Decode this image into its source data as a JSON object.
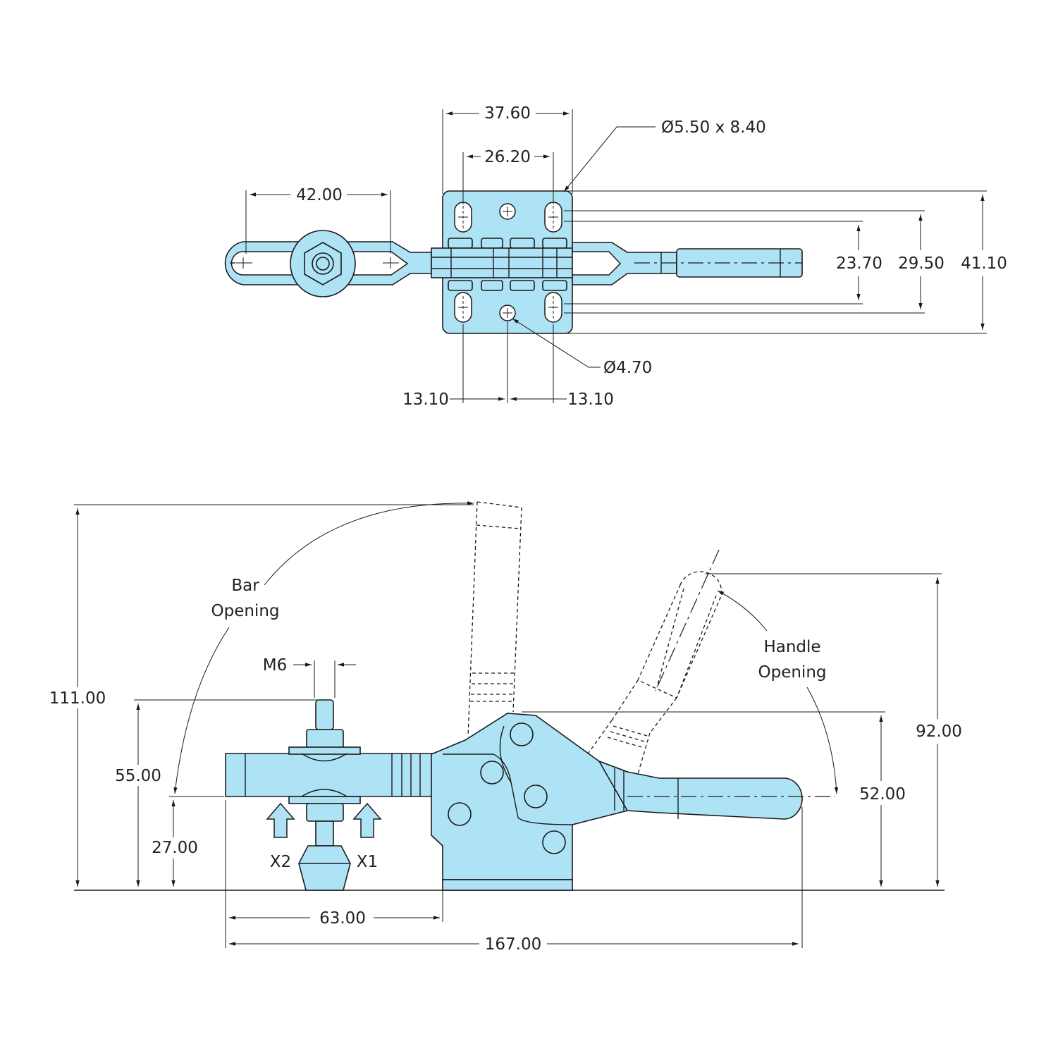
{
  "top_view": {
    "dim_base_width": "37.60",
    "dim_slot_spacing": "26.20",
    "dim_bar_slot": "42.00",
    "dim_slot_hole": "Ø5.50 x 8.40",
    "dim_inner_height": "23.70",
    "dim_mid_height": "29.50",
    "dim_base_height": "41.10",
    "dim_small_hole": "Ø4.70",
    "dim_left_offset": "13.10",
    "dim_right_offset": "13.10"
  },
  "side_view": {
    "label_bar_opening_line1": "Bar",
    "label_bar_opening_line2": "Opening",
    "label_handle_opening_line1": "Handle",
    "label_handle_opening_line2": "Opening",
    "label_thread": "M6",
    "label_x1": "X1",
    "label_x2": "X2",
    "dim_total_height": "111.00",
    "dim_spindle_height": "55.00",
    "dim_bar_height": "27.00",
    "dim_spindle_reach": "63.00",
    "dim_total_length": "167.00",
    "dim_handle_open_height": "92.00",
    "dim_body_height": "52.00"
  },
  "colors": {
    "part_fill": "#aee3f5",
    "outline": "#1a1a1a"
  }
}
